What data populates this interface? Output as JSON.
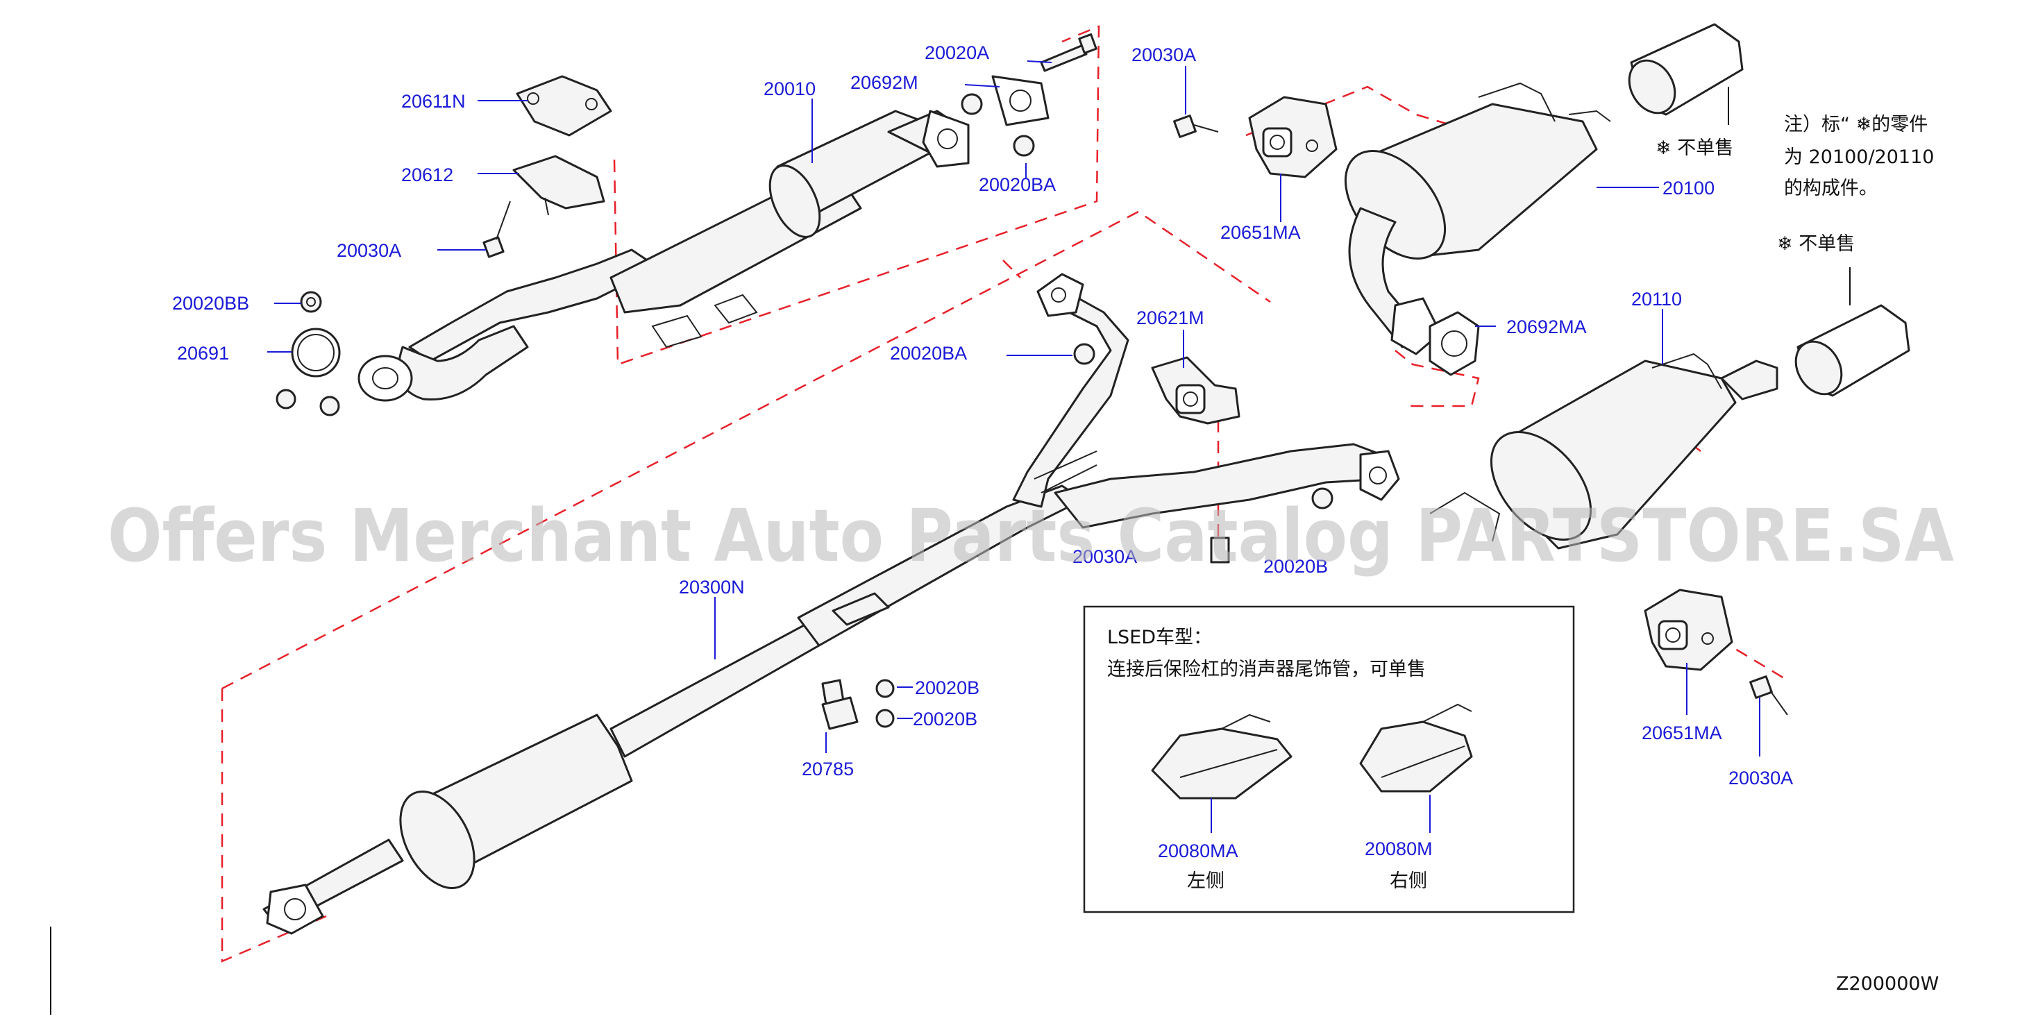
{
  "diagram_code": "Z200000W",
  "watermark": "Offers Merchant Auto Parts Catalog PARTSTORE.SA",
  "note": {
    "line1": "注）标“ ❄的零件",
    "line2": "为  20100/20110",
    "line3": "的构成件。"
  },
  "not_sold_label": "❄ 不单售",
  "lsed_box": {
    "title": "LSED车型：",
    "subtitle": "连接后保险杠的消声器尾饰管，可单售",
    "left_label": "左侧",
    "right_label": "右侧"
  },
  "parts": {
    "p20611N": "20611N",
    "p20612": "20612",
    "p20030A_left": "20030A",
    "p20020BB": "20020BB",
    "p20691": "20691",
    "p20010": "20010",
    "p20020A": "20020A",
    "p20692M": "20692M",
    "p20020BA_top": "20020BA",
    "p20030A_top": "20030A",
    "p20651MA_top": "20651MA",
    "p20100": "20100",
    "p20692MA": "20692MA",
    "p20621M": "20621M",
    "p20020BA_mid": "20020BA",
    "p20030A_mid": "20030A",
    "p20020B_mid": "20020B",
    "p20300N": "20300N",
    "p20020B_a": "20020B",
    "p20020B_b": "20020B",
    "p20785": "20785",
    "p20110": "20110",
    "p20651MA_bot": "20651MA",
    "p20030A_bot": "20030A",
    "p20080MA": "20080MA",
    "p20080M": "20080M"
  }
}
